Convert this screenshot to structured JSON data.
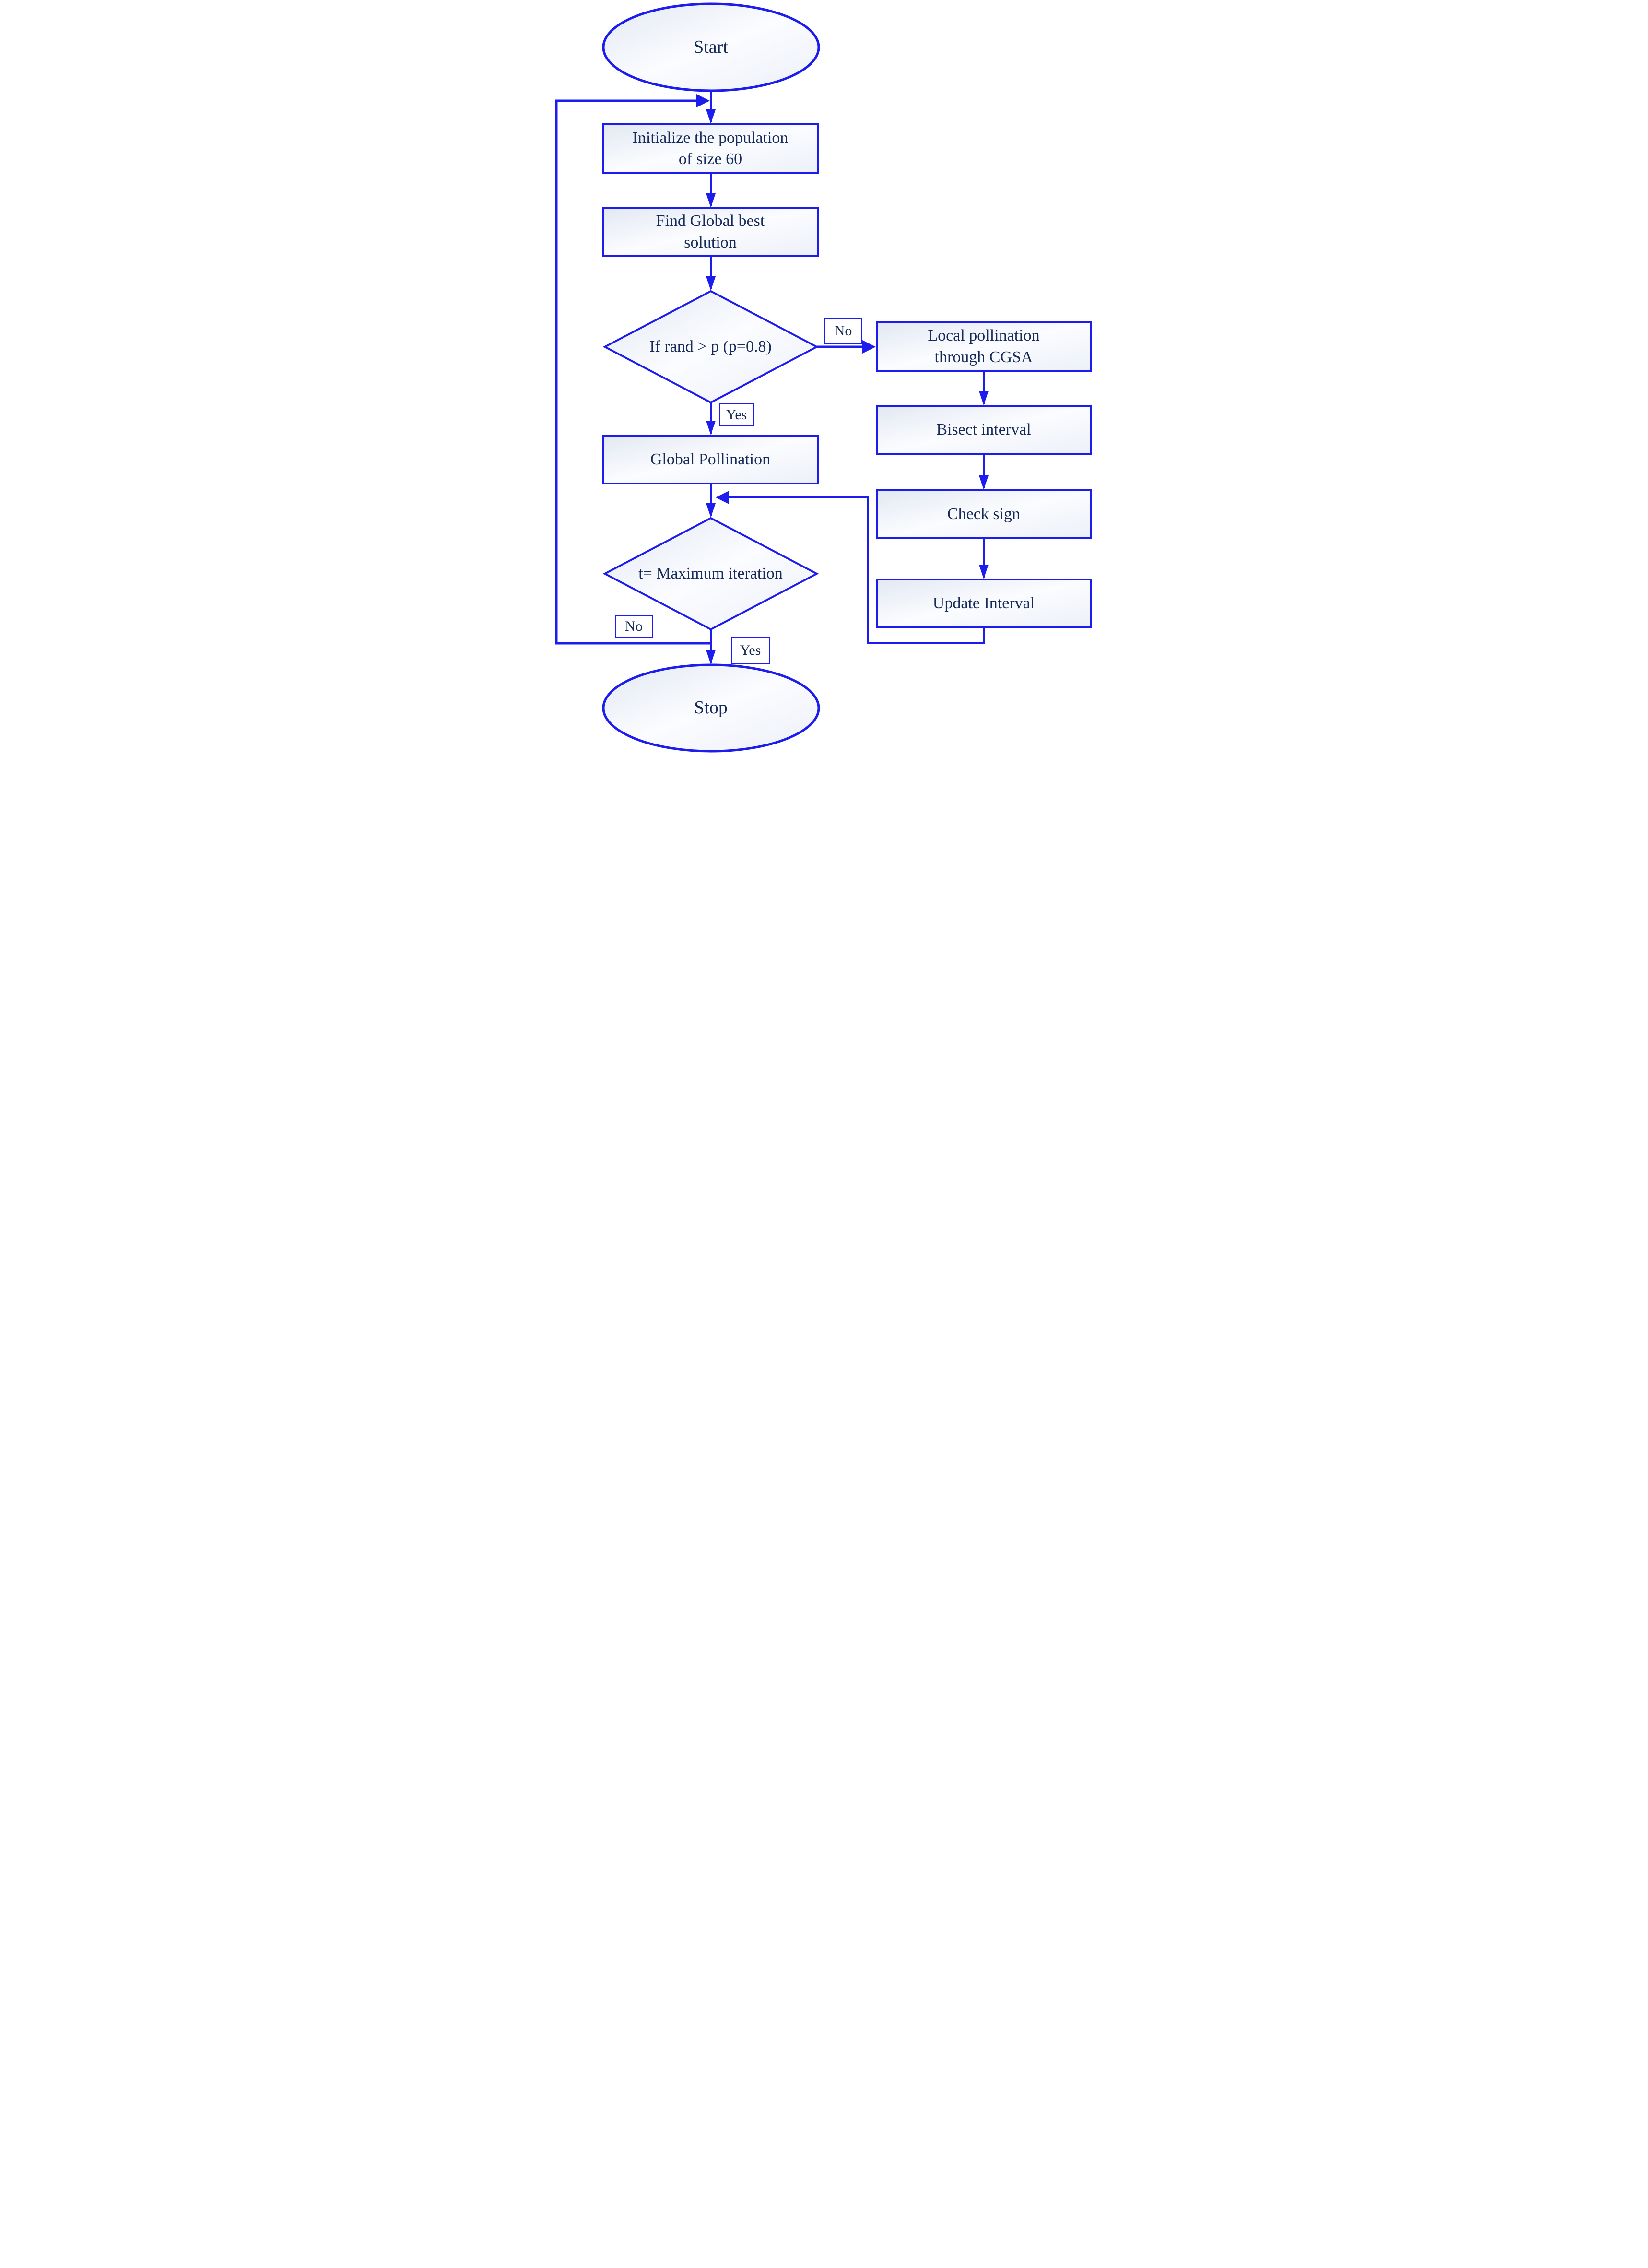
{
  "palette": {
    "line_blue": "#1c1cee",
    "text_navy": "#152a58",
    "node_fill_edge": "#e2e8f2",
    "node_fill_center": "#fbfcff"
  },
  "nodes": {
    "start": {
      "label": "Start",
      "type": "terminator"
    },
    "initialize": {
      "label": "Initialize the population\nof size 60",
      "type": "process"
    },
    "find_global": {
      "label": "Find Global best\nsolution",
      "type": "process"
    },
    "rand_decision": {
      "label": "If rand > p (p=0.8)",
      "type": "decision"
    },
    "local_pollination": {
      "label": "Local pollination\nthrough CGSA",
      "type": "process"
    },
    "bisect_interval": {
      "label": "Bisect interval",
      "type": "process"
    },
    "check_sign": {
      "label": "Check sign",
      "type": "process"
    },
    "update_interval": {
      "label": "Update Interval",
      "type": "process"
    },
    "global_pollination": {
      "label": "Global Pollination",
      "type": "process"
    },
    "max_iteration_decision": {
      "label": "t= Maximum iteration",
      "type": "decision"
    },
    "stop": {
      "label": "Stop",
      "type": "terminator"
    }
  },
  "edge_labels": {
    "rand_no": "No",
    "rand_yes": "Yes",
    "iter_no": "No",
    "iter_yes": "Yes"
  }
}
